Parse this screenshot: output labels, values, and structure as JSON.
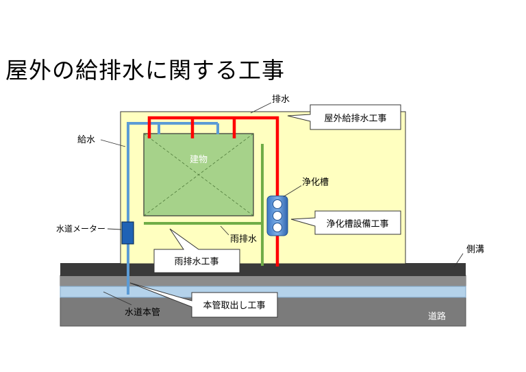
{
  "title": "屋外の給排水に関する工事",
  "labels": {
    "drainage": "排水",
    "water_supply": "給水",
    "building": "建物",
    "septic_tank": "浄化槽",
    "water_meter": "水道メーター",
    "rain_drainage": "雨排水",
    "side_ditch": "側溝",
    "water_main": "水道本管",
    "road": "道路"
  },
  "callouts": {
    "outdoor_plumbing_work": "屋外給排水工事",
    "septic_tank_work": "浄化槽設備工事",
    "rain_drainage_work": "雨排水工事",
    "main_pipe_tap_work": "本管取出し工事"
  },
  "colors": {
    "site": "#ffffc0",
    "building": "#a6d28a",
    "drain_pipe": "#ff0000",
    "supply_pipe": "#5b9bd5",
    "rain_pipe": "#70ad47",
    "meter": "#1f62b5",
    "ground_dark": "#3a3a3a",
    "road": "#7a7a7a",
    "water_main": "#b4d2ea"
  }
}
